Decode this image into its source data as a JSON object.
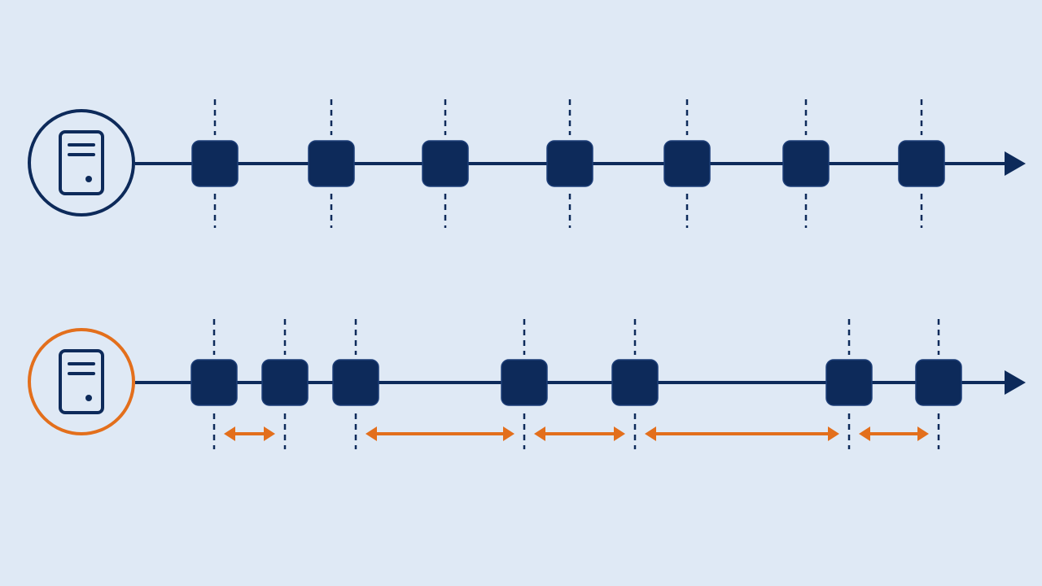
{
  "colors": {
    "background": "#dfe9f5",
    "navy": "#0d2a5a",
    "orange": "#e36f1c",
    "icon_fill": "#dfe9f5"
  },
  "timelines": [
    {
      "id": "regular",
      "server_icon": "server-icon",
      "ring_color": "#0d2a5a",
      "packet_count": 7,
      "spacing": "regular",
      "gap_markers_between_pairs": []
    },
    {
      "id": "jitter",
      "server_icon": "server-icon",
      "ring_color": "#e36f1c",
      "packet_count": 7,
      "spacing": "irregular",
      "gap_markers_between_pairs": [
        [
          1,
          2
        ],
        [
          3,
          4
        ],
        [
          4,
          5
        ],
        [
          5,
          6
        ],
        [
          6,
          7
        ]
      ]
    }
  ]
}
